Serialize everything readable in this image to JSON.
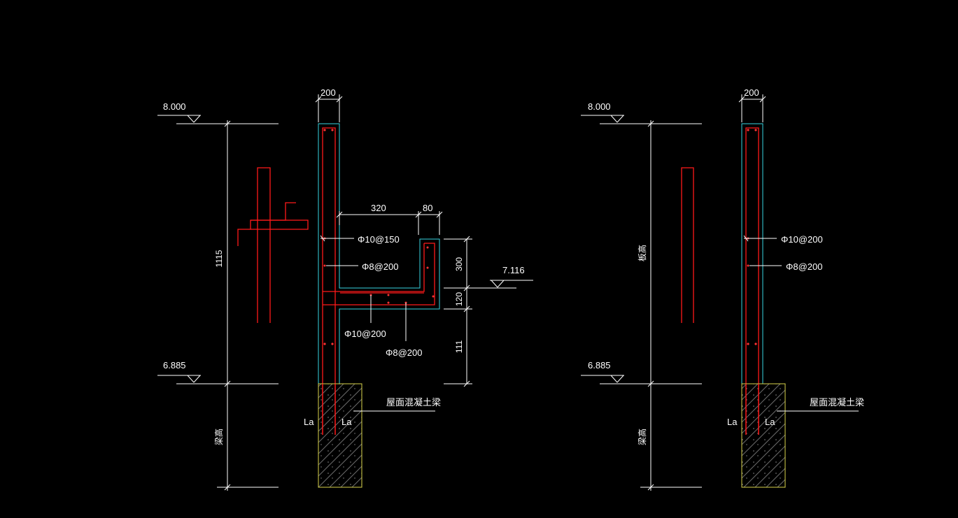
{
  "left_detail": {
    "top_dim": "200",
    "elev_top": "8.000",
    "elev_bottom": "6.885",
    "elev_gutter": "7.116",
    "height_dim": "1115",
    "gutter_width_dim": "320",
    "gutter_lip_dim": "80",
    "gutter_dims_v": [
      "300",
      "120",
      "111"
    ],
    "rebar_labels": [
      "Φ10@150",
      "Φ8@200",
      "Φ10@200",
      "Φ8@200"
    ],
    "beam_label": "屋面混凝土梁",
    "anchor_label": "La",
    "anchor_label_2": "La",
    "side_label": "梁高"
  },
  "right_detail": {
    "top_dim": "200",
    "elev_top": "8.000",
    "elev_bottom": "6.885",
    "height_label": "板高",
    "rebar_labels": [
      "Φ10@200",
      "Φ8@200"
    ],
    "beam_label": "屋面混凝土梁",
    "anchor_label": "La",
    "anchor_label_2": "La",
    "side_label": "梁高"
  }
}
